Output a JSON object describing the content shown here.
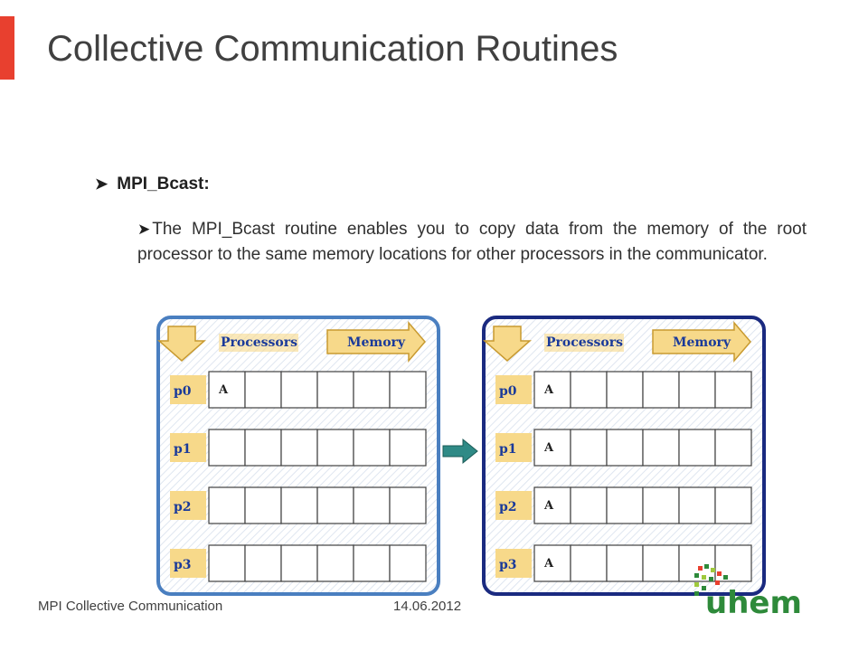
{
  "slide": {
    "title": "Collective Communication Routines",
    "bullet_heading": "MPI_Bcast:",
    "paragraph": "The MPI_Bcast routine enables you to copy data from the memory of the root processor to the same memory locations for other processors in the communicator."
  },
  "diagram": {
    "panels": [
      {
        "processors_label": "Processors",
        "memory_label": "Memory",
        "rows": [
          {
            "label": "p0",
            "cells": [
              "A",
              "",
              "",
              "",
              "",
              ""
            ]
          },
          {
            "label": "p1",
            "cells": [
              "",
              "",
              "",
              "",
              "",
              ""
            ]
          },
          {
            "label": "p2",
            "cells": [
              "",
              "",
              "",
              "",
              "",
              ""
            ]
          },
          {
            "label": "p3",
            "cells": [
              "",
              "",
              "",
              "",
              "",
              ""
            ]
          }
        ]
      },
      {
        "processors_label": "Processors",
        "memory_label": "Memory",
        "rows": [
          {
            "label": "p0",
            "cells": [
              "A",
              "",
              "",
              "",
              "",
              ""
            ]
          },
          {
            "label": "p1",
            "cells": [
              "A",
              "",
              "",
              "",
              "",
              ""
            ]
          },
          {
            "label": "p2",
            "cells": [
              "A",
              "",
              "",
              "",
              "",
              ""
            ]
          },
          {
            "label": "p3",
            "cells": [
              "A",
              "",
              "",
              "",
              "",
              ""
            ]
          }
        ]
      }
    ],
    "colors": {
      "panel_left_border": "#4a7fc0",
      "panel_right_border": "#1a2a80",
      "label_bg": "#f7d98a",
      "label_text": "#1a3a9a",
      "transfer_arrow": "#2f8a86"
    }
  },
  "footer": {
    "left_text": "MPI Collective Communication",
    "date": "14.06.2012"
  },
  "logo": {
    "text": "uhem"
  },
  "colors": {
    "accent": "#e8402f",
    "logo_green": "#2e8a3a"
  }
}
